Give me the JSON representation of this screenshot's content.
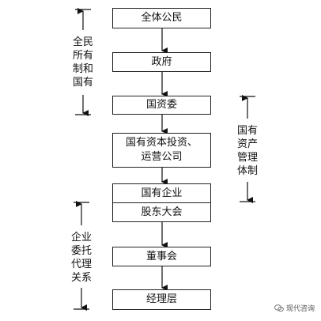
{
  "flow_nodes": [
    {
      "id": "public",
      "label": "全体公民"
    },
    {
      "id": "government",
      "label": "政府"
    },
    {
      "id": "sasac",
      "label": "国资委"
    },
    {
      "id": "invest_line1",
      "label": "国有资本投资、"
    },
    {
      "id": "invest_line2",
      "label": "运营公司"
    },
    {
      "id": "soe",
      "label": "国有企业"
    },
    {
      "id": "shareholders",
      "label": "股东大会"
    },
    {
      "id": "board",
      "label": "董事会"
    },
    {
      "id": "management",
      "label": "经理层"
    }
  ],
  "side_labels": {
    "left_top": [
      "全民",
      "所有",
      "制和",
      "国有"
    ],
    "right_mid": [
      "国有",
      "资产",
      "管理",
      "体制"
    ],
    "left_bottom": [
      "企业",
      "委托",
      "代理",
      "关系"
    ]
  },
  "watermark": {
    "text": "现代咨询"
  }
}
